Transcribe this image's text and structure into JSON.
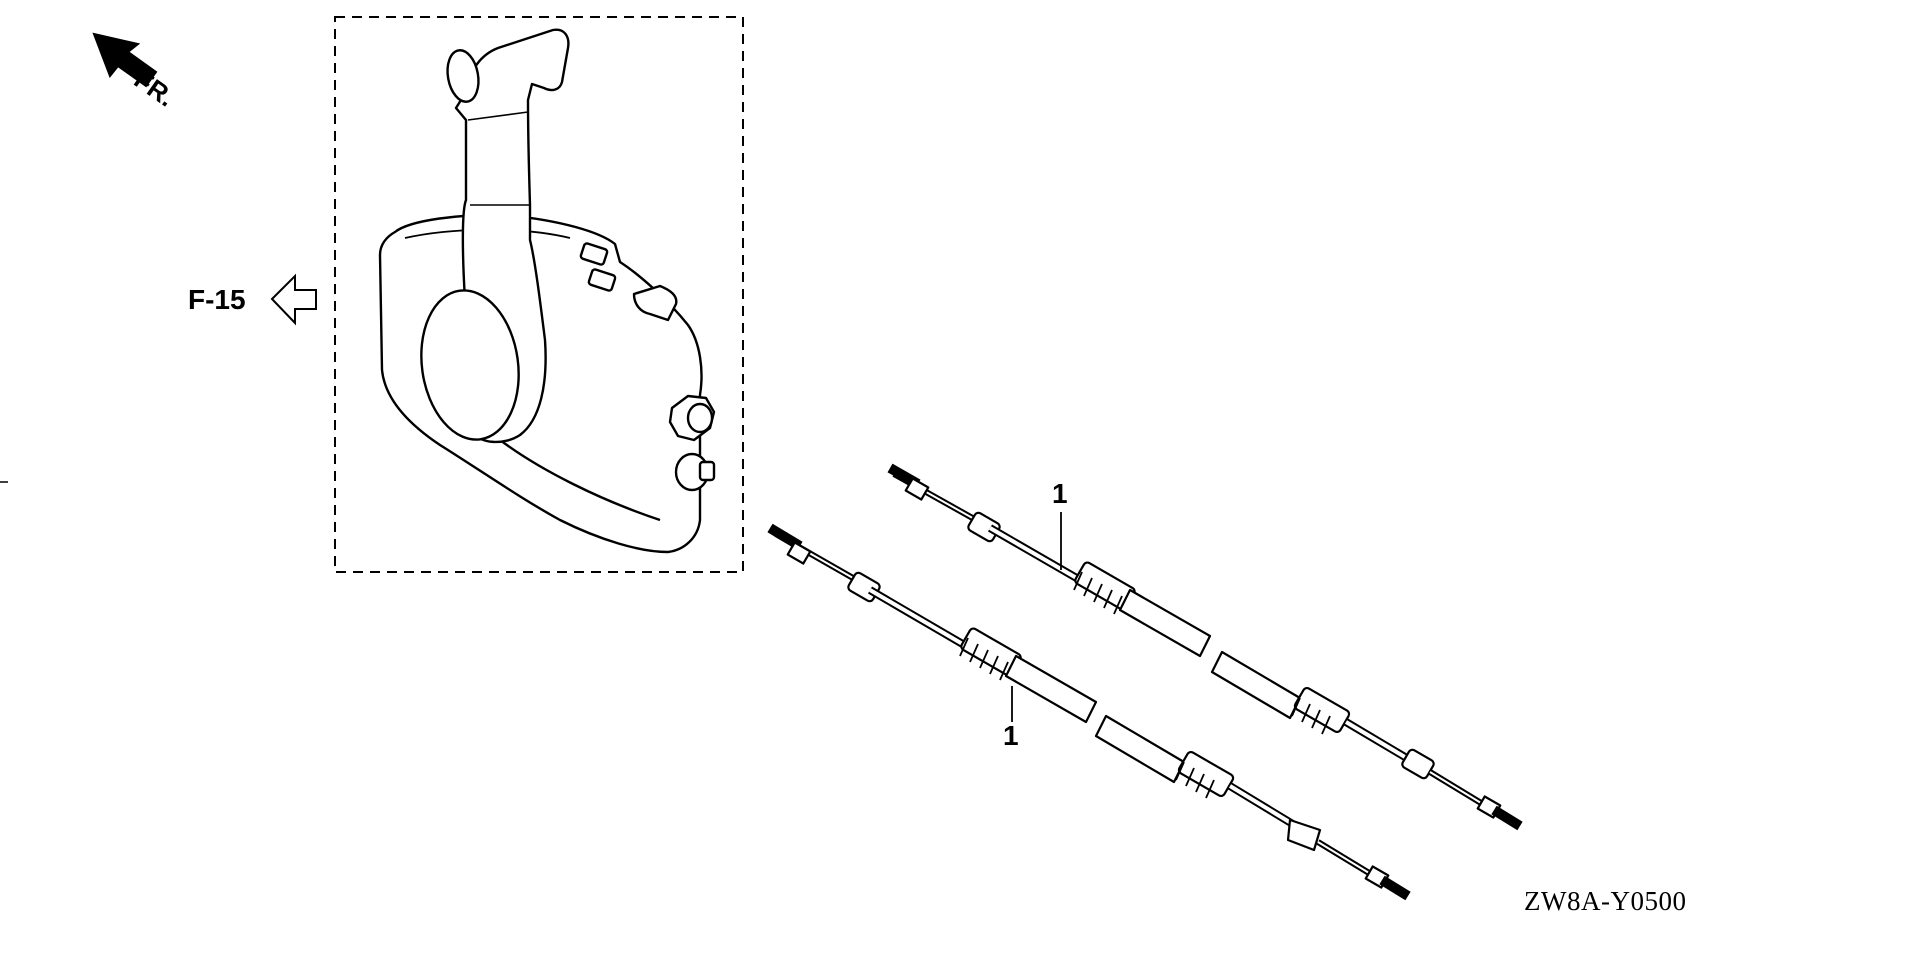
{
  "diagram": {
    "direction_label": "FR.",
    "reference_label": "F-15",
    "callouts": [
      "1",
      "1"
    ],
    "diagram_code": "ZW8A-Y0500",
    "icons": [
      "front-direction-arrow-icon",
      "reference-arrow-icon"
    ]
  }
}
